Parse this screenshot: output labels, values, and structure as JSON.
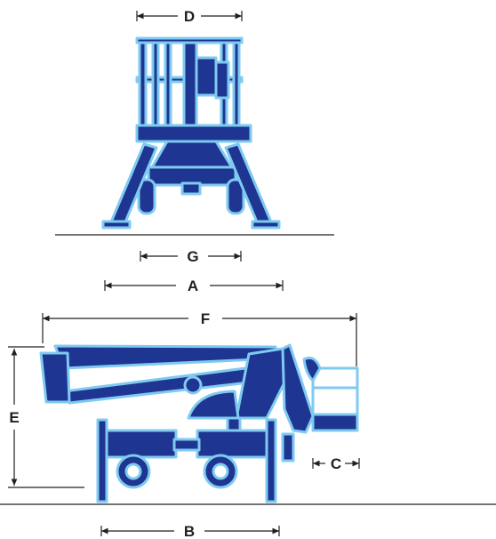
{
  "colors": {
    "body": "#1e3591",
    "outline": "#7fcaf0",
    "line": "#231f20",
    "background": "#ffffff"
  },
  "dimensions": {
    "A": "A",
    "B": "B",
    "C": "C",
    "D": "D",
    "E": "E",
    "F": "F",
    "G": "G"
  },
  "views": {
    "front": "front-view-platform",
    "side": "side-view-machine"
  }
}
